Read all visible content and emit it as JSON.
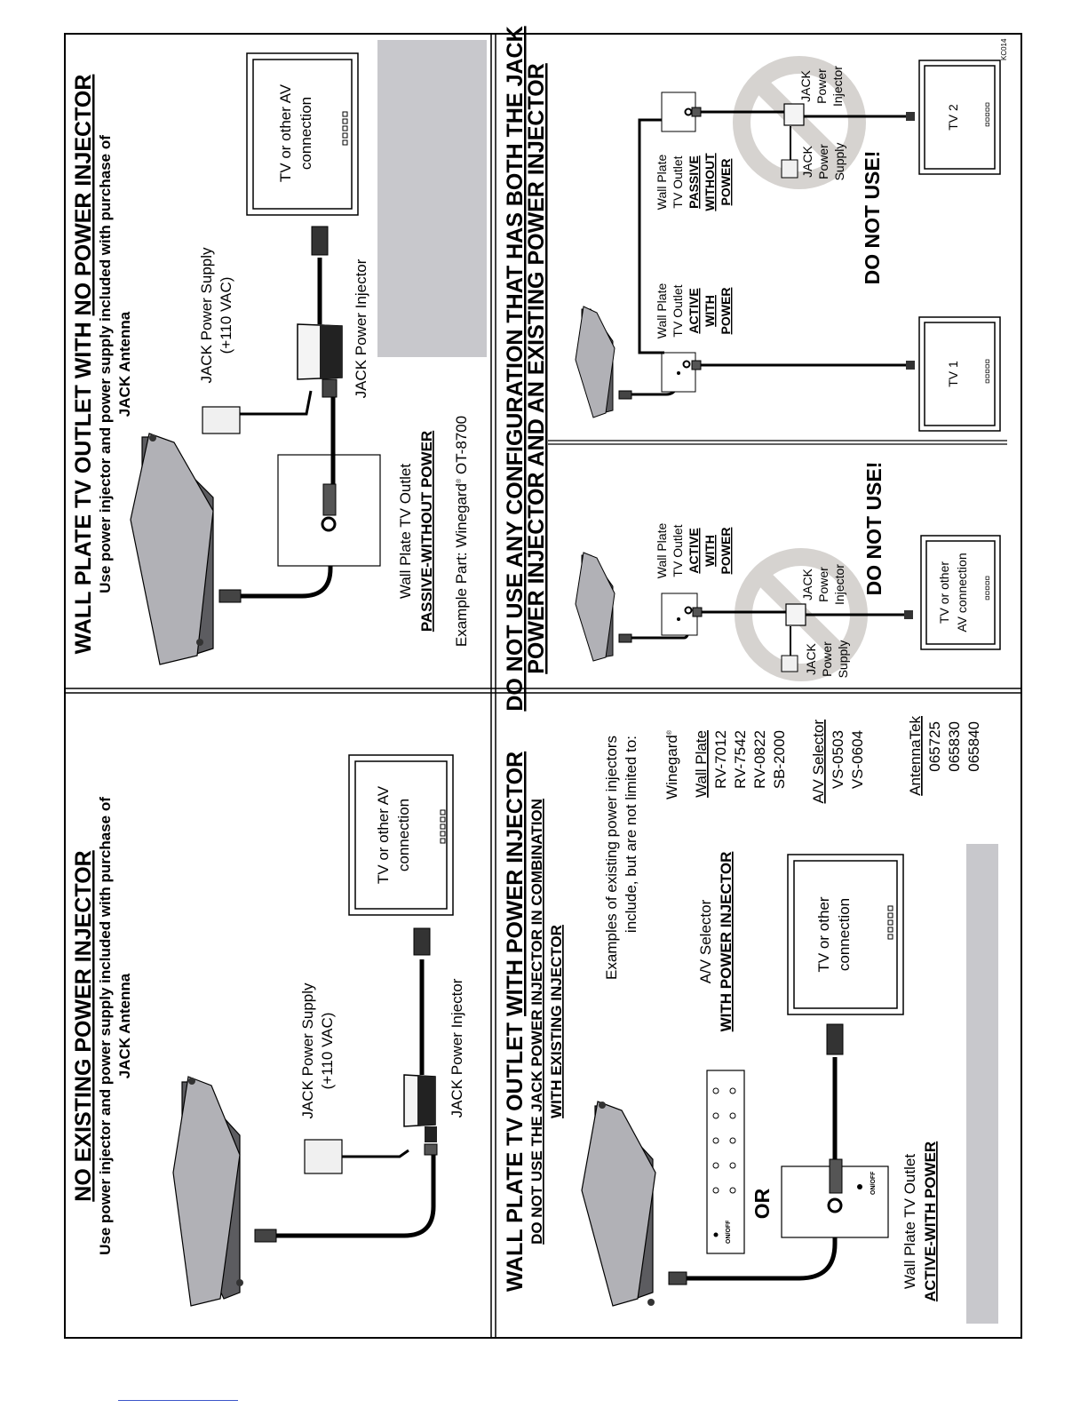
{
  "colors": {
    "gray_box": "#c8c8cc",
    "antenna": "#b1b1b6",
    "nouse": "#d6d3d0",
    "cable": "#000000"
  },
  "doc_code": "KC014",
  "q1": {
    "title": "NO EXISTING POWER INJECTOR",
    "subtitle_1": "Use power injector and power supply included with purchase of",
    "subtitle_2": "JACK Antenna",
    "supply_1": "JACK Power Supply",
    "supply_2": "(+110 VAC)",
    "injector": "JACK Power Injector",
    "tv_1": "TV or other AV",
    "tv_2": "connection"
  },
  "q2": {
    "title_pre": "WALL PLATE TV OUTLET WITH ",
    "title_u": "NO POWER INJECTOR",
    "subtitle_1": "Use power injector and power supply included with purchase of",
    "subtitle_2": "JACK Antenna",
    "supply_1": "JACK Power Supply",
    "supply_2": "(+110 VAC)",
    "injector": "JACK Power Injector",
    "tv_1": "TV or other AV",
    "tv_2": "connection",
    "outlet_1": "Wall Plate TV Outlet",
    "outlet_2": "PASSIVE-WITHOUT POWER",
    "example_pre": "Example Part: Winegard",
    "example_reg": "®",
    "example_post": " OT-8700"
  },
  "q3": {
    "title_pre": "WALL PLATE TV OUTLET ",
    "title_u": "WITH POWER INJECTOR",
    "sub_1": "DO NOT USE THE JACK POWER INJECTOR IN COMBINATION",
    "sub_2": "WITH EXISTING INJECTOR",
    "or": "OR",
    "onoff": "ON/OFF",
    "selector_1": "A/V Selector",
    "selector_2": "WITH POWER INJECTOR",
    "tv_1": "TV or other",
    "tv_2": "connection",
    "outlet_1": "Wall Plate TV Outlet",
    "outlet_2": "ACTIVE-WITH POWER",
    "examples_1": "Examples of existing power injectors",
    "examples_2": "include, but are not limited to:",
    "brand": "Winegard",
    "brand_reg": "®",
    "wall_plate_head": "Wall Plate",
    "wall_plate_items": [
      "RV-7012",
      "RV-7542",
      "RV-0822",
      "SB-2000"
    ],
    "av_selector_head": "A/V Selector",
    "av_selector_items": [
      "VS-0503",
      "VS-0604"
    ],
    "antennatek_head": "AntennaTek",
    "antennatek_items": [
      "065725",
      "065830",
      "065840"
    ]
  },
  "q4": {
    "title_1": "DO NOT USE ANY CONFIGURATION THAT HAS BOTH THE JACK",
    "title_2": "POWER INJECTOR AND AN EXISTING POWER INJECTOR",
    "left": {
      "outlet": [
        "Wall Plate",
        "TV Outlet",
        "ACTIVE",
        "WITH",
        "POWER"
      ],
      "supply": [
        "JACK",
        "Power",
        "Supply"
      ],
      "injector": [
        "JACK",
        "Power",
        "Injector"
      ],
      "tv_1": "TV or other",
      "tv_2": "AV connection",
      "warning": "DO NOT USE!"
    },
    "right": {
      "outlet_active": [
        "Wall Plate",
        "TV Outlet",
        "ACTIVE",
        "WITH",
        "POWER"
      ],
      "outlet_passive": [
        "Wall Plate",
        "TV Outlet",
        "PASSIVE",
        "WITHOUT",
        "POWER"
      ],
      "supply": [
        "JACK",
        "Power",
        "Supply"
      ],
      "injector": [
        "JACK",
        "Power",
        "Injector"
      ],
      "tv1": "TV 1",
      "tv2": "TV 2",
      "warning": "DO NOT USE!"
    }
  }
}
